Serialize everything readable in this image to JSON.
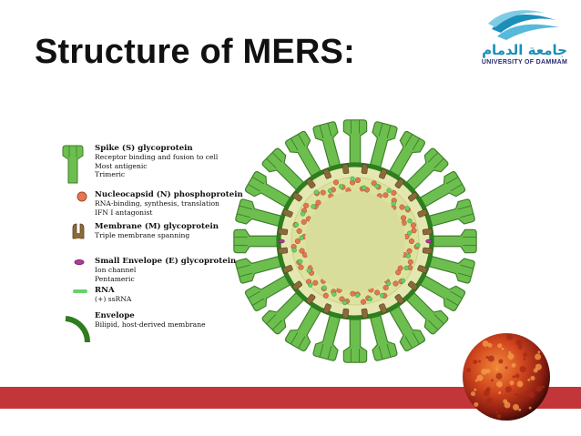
{
  "slide": {
    "title": "Structure of MERS:"
  },
  "logo": {
    "arabic": "جامعة الدمام",
    "english": "UNIVERSITY OF DAMMAM"
  },
  "legend": {
    "items": [
      {
        "title": "Spike (S) glycoprotein",
        "lines": [
          "Receptor binding and fusion to cell",
          "Most antigenic",
          "Trimeric"
        ],
        "icon": "spike-icon",
        "color": "#6cbf4e"
      },
      {
        "title": "Nucleocapsid (N) phosphoprotein",
        "lines": [
          "RNA-binding, synthesis, translation",
          "IFN I antagonist"
        ],
        "icon": "nucleocapsid-icon",
        "color": "#e07850"
      },
      {
        "title": "Membrane (M) glycoprotein",
        "lines": [
          "Triple membrane spanning"
        ],
        "icon": "membrane-protein-icon",
        "color": "#8a6a3a"
      },
      {
        "title": "Small Envelope (E) glycoprotein",
        "lines": [
          "Ion channel",
          "Pentameric"
        ],
        "icon": "envelope-protein-icon",
        "color": "#b03a9a"
      },
      {
        "title": "RNA",
        "lines": [
          "(+) ssRNA"
        ],
        "icon": "rna-icon",
        "color": "#66d06a"
      },
      {
        "title": "Envelope",
        "lines": [
          "Bilipid, host-derived membrane"
        ],
        "icon": "envelope-icon",
        "color": "#2e7d1e"
      }
    ]
  },
  "colors": {
    "band": "#c2363a",
    "spike": "#6cbf4e",
    "spike_stroke": "#3f7d2a",
    "envelope": "#2e7d1e",
    "interior": "#e4e8b0",
    "core": "#d8dd9b",
    "membrane_protein": "#8a6a3a",
    "nucleocapsid": "#e07850",
    "rna": "#66d06a",
    "small_envelope": "#b03a9a"
  }
}
